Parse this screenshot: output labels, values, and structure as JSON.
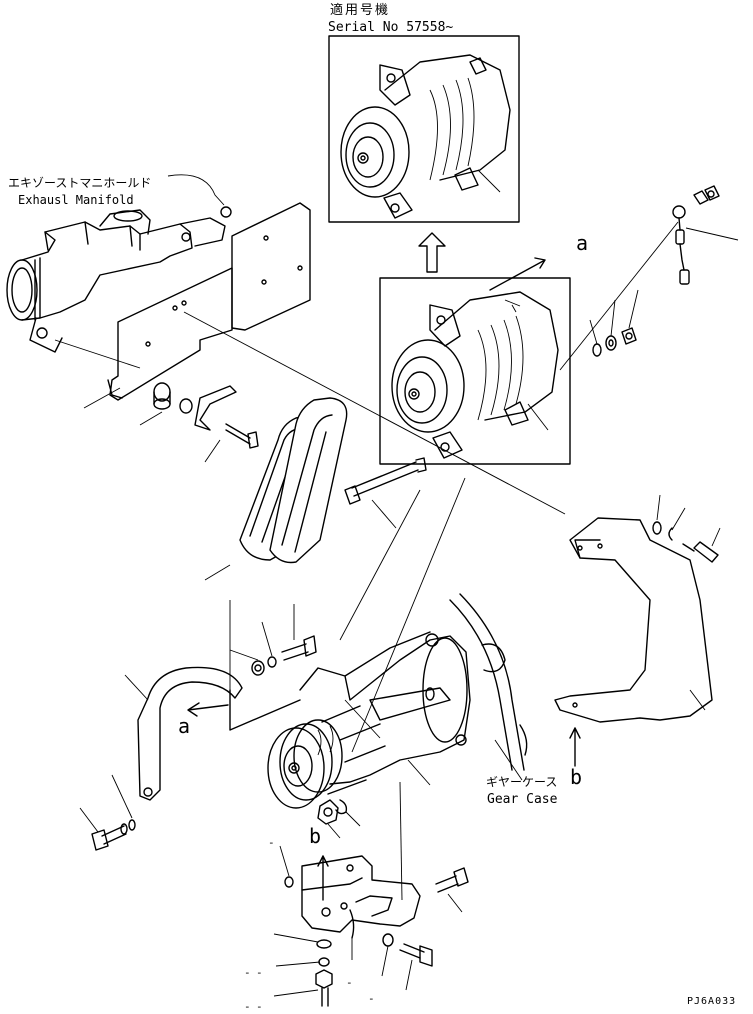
{
  "labels": {
    "serial_jp": "適用号機",
    "serial_en": "Serial No 57558~",
    "exhaust_jp": "エキゾーストマニホールド",
    "exhaust_en": "Exhausl Manifold",
    "gearcase_jp": "ギヤーケース",
    "gearcase_en": "Gear Case",
    "ref_a": "a",
    "ref_b": "b",
    "drawing_no": "PJ6A033",
    "callout_dash": "-"
  }
}
